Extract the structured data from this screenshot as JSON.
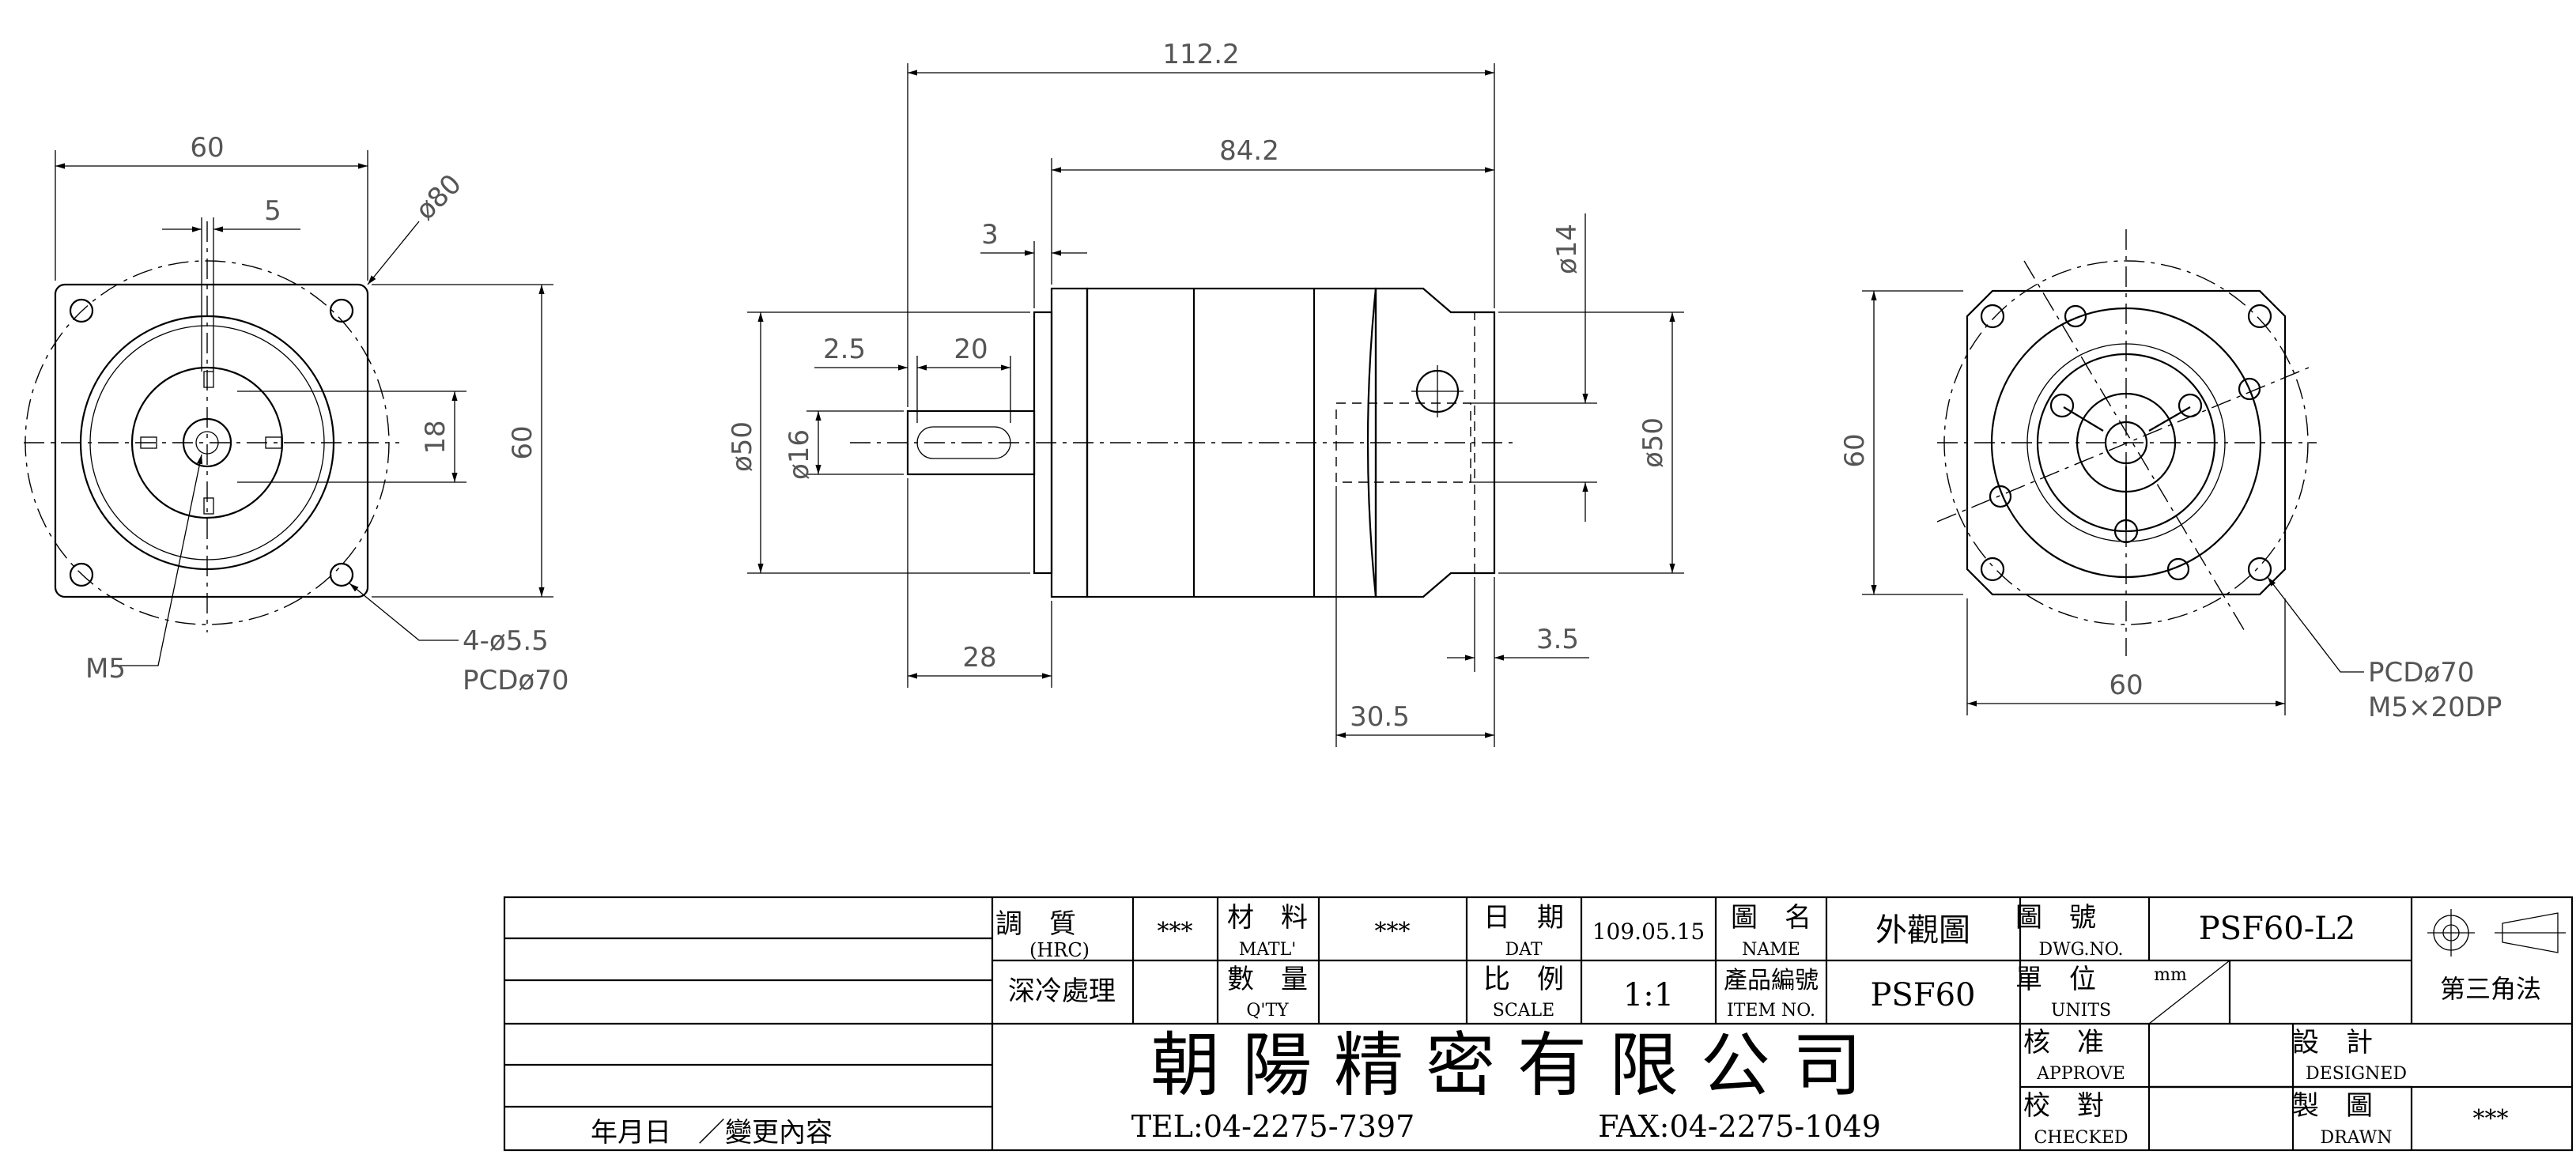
{
  "front_view": {
    "width": "60",
    "height": "60",
    "flange_dia": "ø80",
    "key_width": "5",
    "shaft_height": "18",
    "screw": "M5",
    "holes": "4-ø5.5",
    "pcd": "PCDø70"
  },
  "side_view": {
    "total_length": "112.2",
    "body_length": "84.2",
    "flange_thk": "3",
    "key_offset": "2.5",
    "key_length": "20",
    "pilot_dia": "ø50",
    "shaft_dia": "ø16",
    "shaft_length": "28",
    "bore_dia": "ø14",
    "rear_dia": "ø50",
    "rear_step": "3.5",
    "rear_depth": "30.5"
  },
  "rear_view": {
    "height": "60",
    "width": "60",
    "pcd": "PCDø70",
    "thread": "M5×20DP"
  },
  "title_block": {
    "hardness_label": "調　質",
    "hardness_sub": "(HRC)",
    "hardness_val": "***",
    "material_label": "材　料",
    "material_sub": "MATL'",
    "material_val": "***",
    "date_label": "日　期",
    "date_sub": "DAT",
    "date_val": "109.05.15",
    "name_label": "圖　名",
    "name_sub": "NAME",
    "name_val": "外觀圖",
    "dwg_label": "圖　號",
    "dwg_sub": "DWG.NO.",
    "dwg_val": "PSF60-L2",
    "treatment": "深冷處理",
    "qty_label": "數　量",
    "qty_sub": "Q'TY",
    "scale_label": "比　例",
    "scale_sub": "SCALE",
    "scale_val": "1:1",
    "item_label": "產品編號",
    "item_sub": "ITEM NO.",
    "item_val": "PSF60",
    "units_label": "單　位",
    "units_sub": "UNITS",
    "units_val": "mm",
    "projection": "第三角法",
    "company": "朝 陽 精 密 有 限 公 司",
    "tel": "TEL:04-2275-7397",
    "fax": "FAX:04-2275-1049",
    "approve_label": "核　准",
    "approve_sub": "APPROVE",
    "checked_label": "校　對",
    "checked_sub": "CHECKED",
    "designed_label": "設　計",
    "designed_sub": "DESIGNED",
    "drawn_label": "製　圖",
    "drawn_sub": "DRAWN",
    "drawn_val": "***",
    "revision_label": "年月日　／變更內容"
  }
}
